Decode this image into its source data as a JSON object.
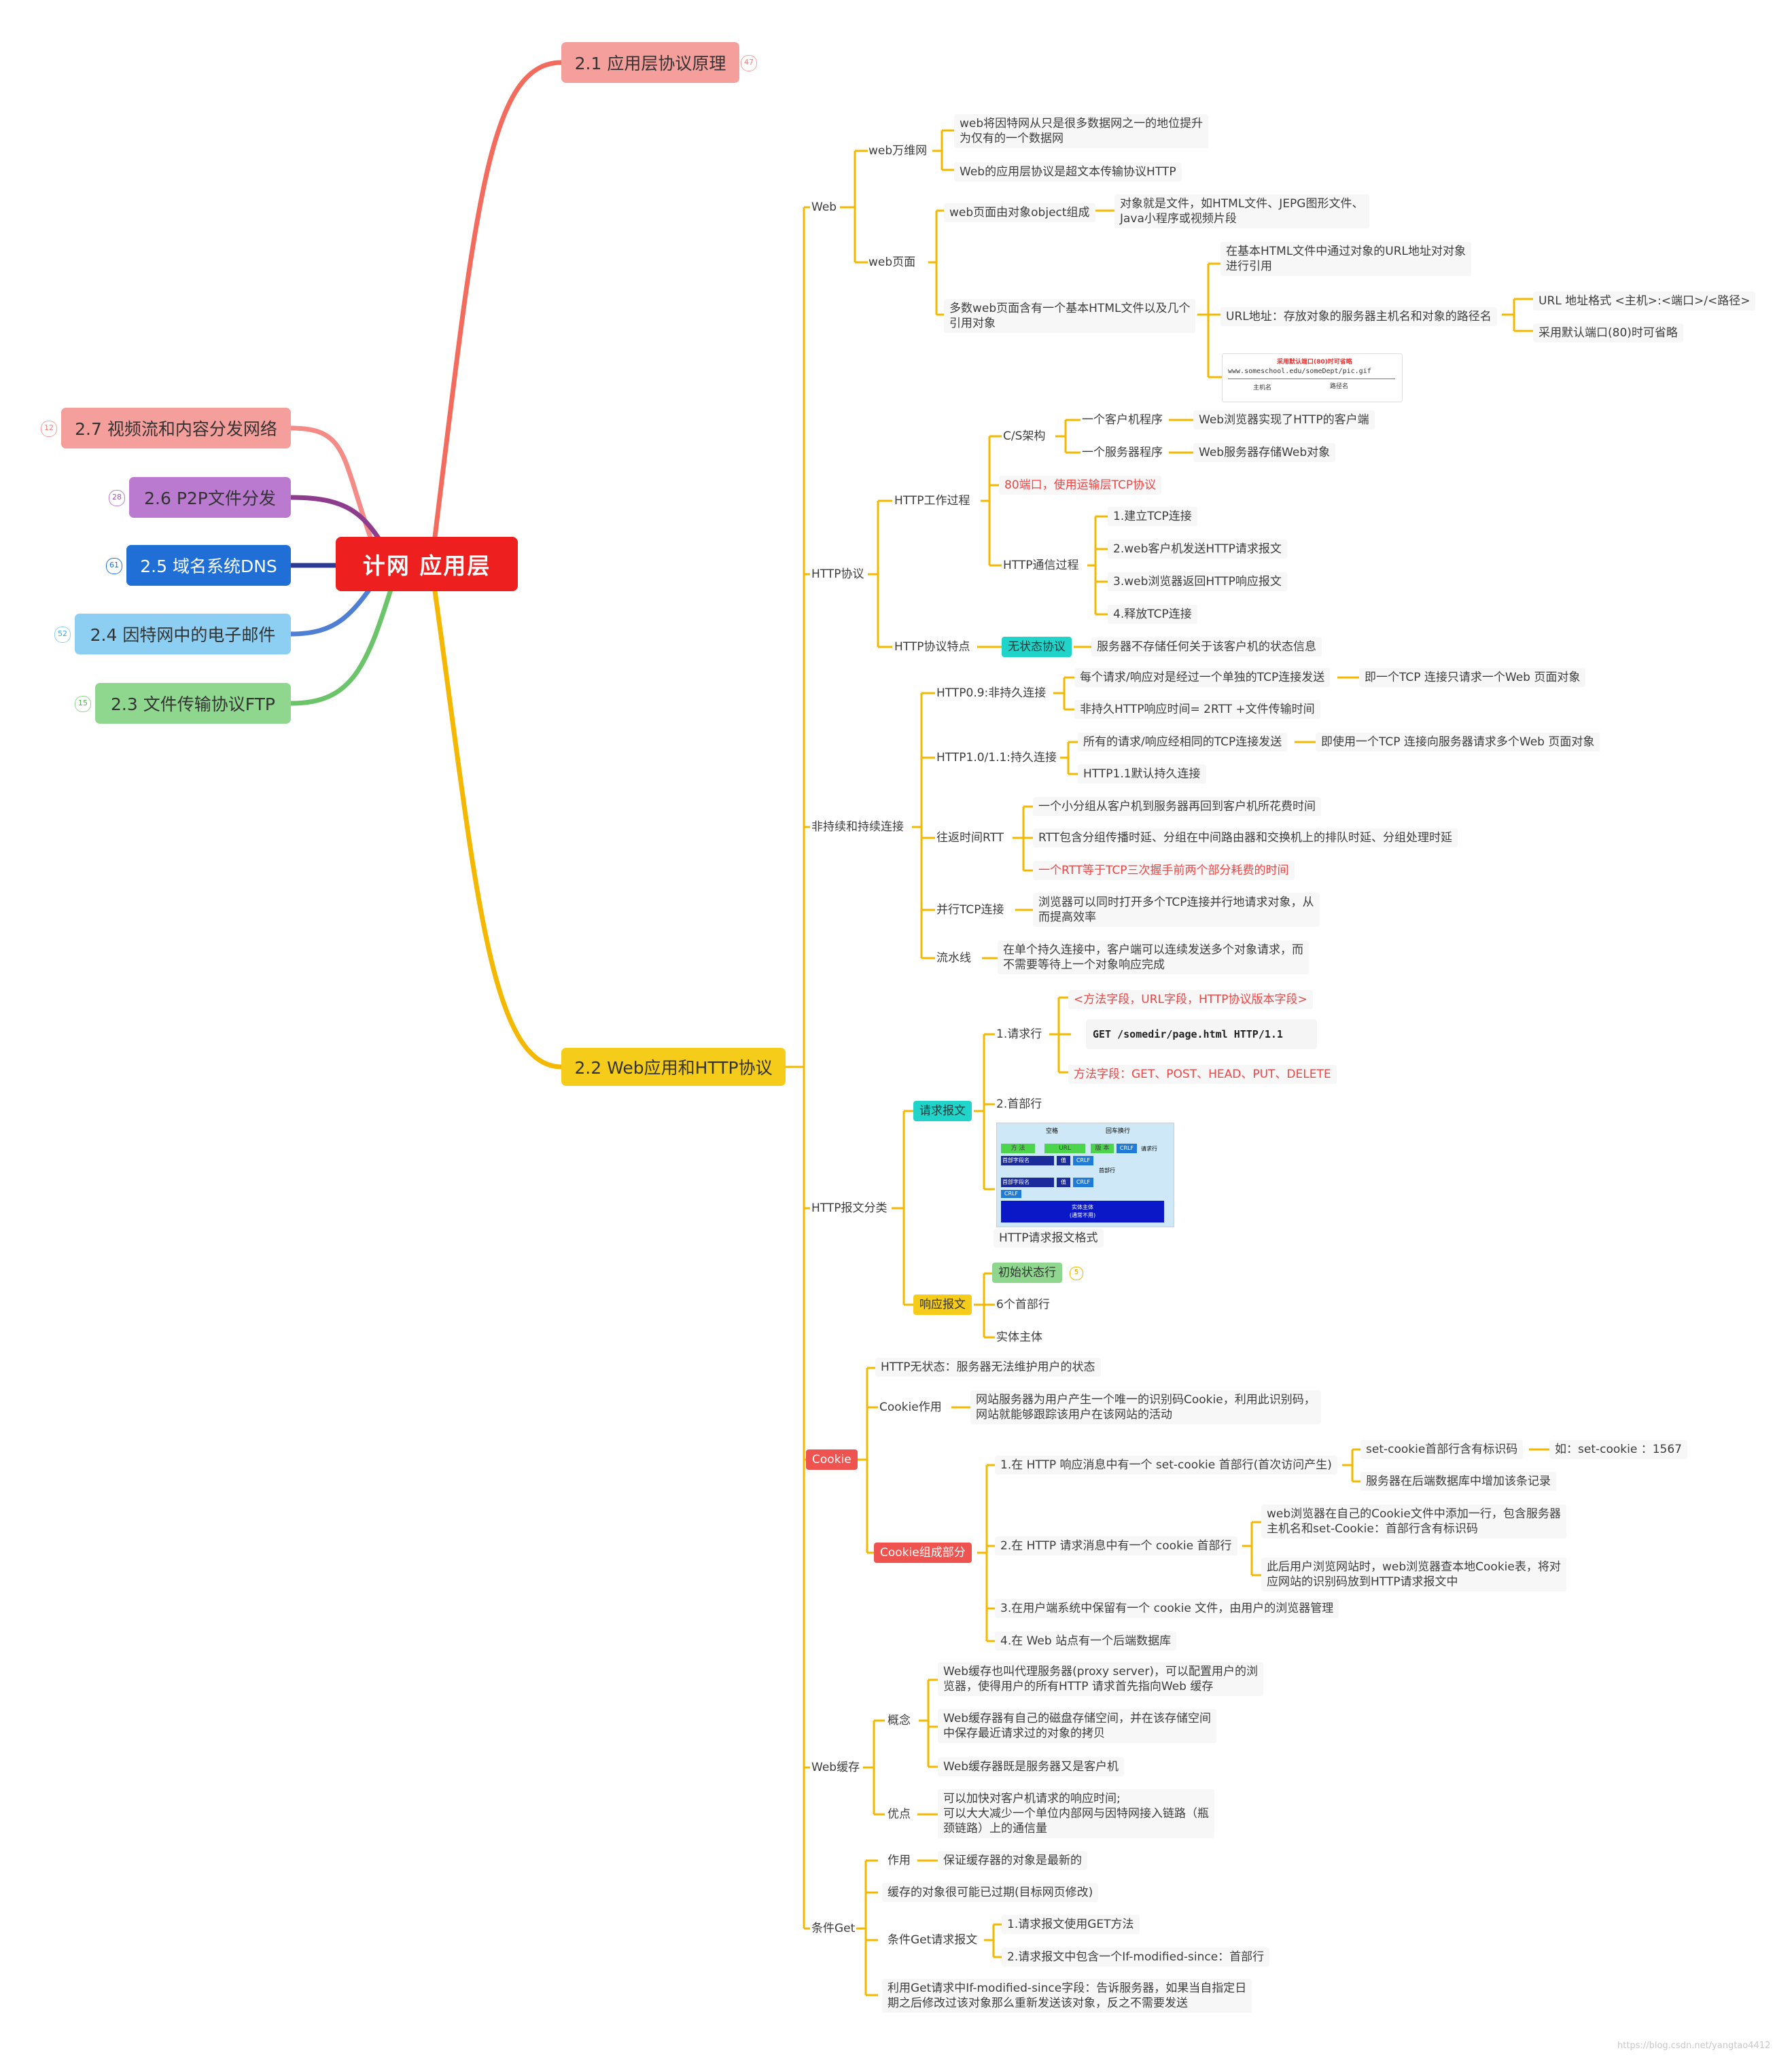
{
  "root": "计网  应用层",
  "colors": {
    "root": "#ee1f1f",
    "yellow": "#f5b800",
    "cyan_pill": "#21d4c9",
    "red_pill": "#ef5350",
    "green_pill": "#8fd68f"
  },
  "left_topics": [
    {
      "label": "2.7 视频流和内容分发网络",
      "badge": "12"
    },
    {
      "label": "2.6 P2P文件分发",
      "badge": "28"
    },
    {
      "label": "2.5 域名系统DNS",
      "badge": "61"
    },
    {
      "label": "2.4 因特网中的电子邮件",
      "badge": "52"
    },
    {
      "label": "2.3 文件传输协议FTP",
      "badge": "15"
    }
  ],
  "topic21": {
    "label": "2.1 应用层协议原理",
    "badge": "47"
  },
  "topic22": "2.2 Web应用和HTTP协议",
  "web": {
    "label": "Web",
    "wanweiwang": "web万维网",
    "ww1": "web将因特网从只是很多数据网之一的地位提升\n为仅有的一个数据网",
    "ww2": "Web的应用层协议是超文本传输协议HTTP",
    "page": "web页面",
    "obj": "web页面由对象object组成",
    "obj1": "对象就是文件，如HTML文件、JEPG图形文件、\nJava小程序或视频片段",
    "base": "多数web页面含有一个基本HTML文件以及几个\n引用对象",
    "ref": "在基本HTML文件中通过对象的URL地址对对象\n进行引用",
    "url": "URL地址：存放对象的服务器主机名和对象的路径名",
    "url1": "URL 地址格式 <主机>:<端口>/<路径>",
    "url2": "采用默认端口(80)时可省略",
    "img_title": "采用默认端口(80)时可省略",
    "img_url": "www.someschool.edu/someDept/pic.gif",
    "img_host": "主机名",
    "img_path": "路径名"
  },
  "http": {
    "label": "HTTP协议",
    "work": "HTTP工作过程",
    "cs": "C/S架构",
    "client": "一个客户机程序",
    "client1": "Web浏览器实现了HTTP的客户端",
    "server": "一个服务器程序",
    "server1": "Web服务器存储Web对象",
    "port": "80端口，使用运输层TCP协议",
    "comm": "HTTP通信过程",
    "steps": [
      "1.建立TCP连接",
      "2.web客户机发送HTTP请求报文",
      "3.web浏览器返回HTTP响应报文",
      "4.释放TCP连接"
    ],
    "feature": "HTTP协议特点",
    "stateless": "无状态协议",
    "stateless1": "服务器不存储任何关于该客户机的状态信息"
  },
  "conn": {
    "label": "非持续和持续连接",
    "h09": "HTTP0.9:非持久连接",
    "h09a": "每个请求/响应对是经过一个单独的TCP连接发送",
    "h09a1": "即一个TCP 连接只请求一个Web 页面对象",
    "h09b": "非持久HTTP响应时间= 2RTT +文件传输时间",
    "h11": "HTTP1.0/1.1:持久连接",
    "h11a": "所有的请求/响应经相同的TCP连接发送",
    "h11a1": "即使用一个TCP 连接向服务器请求多个Web 页面对象",
    "h11b": "HTTP1.1默认持久连接",
    "rtt": "往返时间RTT",
    "rtt1": "一个小分组从客户机到服务器再回到客户机所花费时间",
    "rtt2": "RTT包含分组传播时延、分组在中间路由器和交换机上的排队时延、分组处理时延",
    "rtt3": "一个RTT等于TCP三次握手前两个部分耗费的时间",
    "par": "并行TCP连接",
    "par1": "浏览器可以同时打开多个TCP连接并行地请求对象，从\n而提高效率",
    "pipe": "流水线",
    "pipe1": "在单个持久连接中，客户端可以连续发送多个对象请求，而\n不需要等待上一个对象响应完成"
  },
  "msg": {
    "label": "HTTP报文分类",
    "req": "请求报文",
    "line": "1.请求行",
    "line1": "<方法字段，URL字段，HTTP协议版本字段>",
    "code": "GET /somedir/page.html  HTTP/1.1",
    "line2": "方法字段：GET、POST、HEAD、PUT、DELETE",
    "head": "2.首部行",
    "fmt": "HTTP请求报文格式",
    "fig": {
      "space": "空格",
      "crlf_top": "回车换行",
      "m": "方  法",
      "u": "URL",
      "v": "版  本",
      "crlf": "CRLF",
      "reqline": "请求行",
      "hdr": "首部字段名",
      "val": "值",
      "hdrline": "首部行",
      "body": "实体主体\n(通常不用)"
    },
    "resp": "响应报文",
    "r1": "初始状态行",
    "r1_badge": "5",
    "r2": "6个首部行",
    "r3": "实体主体"
  },
  "cookie": {
    "label": "Cookie",
    "c1": "HTTP无状态：服务器无法维护用户的状态",
    "use": "Cookie作用",
    "use1": "网站服务器为用户产生一个唯一的识别码Cookie，利用此识别码，\n网站就能够跟踪该用户在该网站的活动",
    "parts": "Cookie组成部分",
    "p1": "1.在 HTTP 响应消息中有一个 set-cookie 首部行(首次访问产生)",
    "p1a": "set-cookie首部行含有标识码",
    "p1a1": "如：set-cookie  ：1567",
    "p1b": "服务器在后端数据库中增加该条记录",
    "p2": "2.在 HTTP 请求消息中有一个 cookie 首部行",
    "p2a": "web浏览器在自己的Cookie文件中添加一行，包含服务器\n主机名和set-Cookie：首部行含有标识码",
    "p2b": "此后用户浏览网站时，web浏览器查本地Cookie表，将对\n应网站的识别码放到HTTP请求报文中",
    "p3": "3.在用户端系统中保留有一个 cookie 文件，由用户的浏览器管理",
    "p4": "4.在 Web 站点有一个后端数据库"
  },
  "cache": {
    "label": "Web缓存",
    "concept": "概念",
    "c1": "Web缓存也叫代理服务器(proxy server)，可以配置用户的浏\n览器，使得用户的所有HTTP 请求首先指向Web 缓存",
    "c2": "Web缓存器有自己的磁盘存储空间，并在该存储空间\n中保存最近请求过的对象的拷贝",
    "c3": "Web缓存器既是服务器又是客户机",
    "adv": "优点",
    "adv1": "可以加快对客户机请求的响应时间;\n可以大大减少一个单位内部网与因特网接入链路（瓶\n颈链路）上的通信量"
  },
  "cget": {
    "label": "条件Get",
    "use": "作用",
    "use1": "保证缓存器的对象是最新的",
    "g1": "缓存的对象很可能已过期(目标网页修改)",
    "req": "条件Get请求报文",
    "req1": "1.请求报文使用GET方法",
    "req2": "2.请求报文中包含一个If-modified-since：首部行",
    "g2": "利用Get请求中If-modified-since字段：告诉服务器，如果当自指定日\n期之后修改过该对象那么重新发送该对象，反之不需要发送"
  },
  "watermark": "https://blog.csdn.net/yangtao4412"
}
